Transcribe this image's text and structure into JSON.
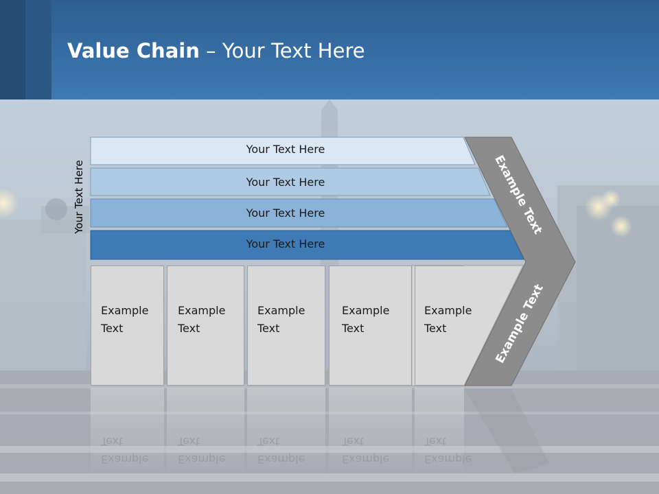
{
  "slide": {
    "title_bold": "Value Chain",
    "title_rest": " – Your Text Here"
  },
  "side_label": "Your Text Here",
  "rows": [
    {
      "label": "Your Text Here"
    },
    {
      "label": "Your Text Here"
    },
    {
      "label": "Your Text Here"
    },
    {
      "label": "Your Text Here"
    }
  ],
  "cells": [
    {
      "line1": "Example",
      "line2": "Text"
    },
    {
      "line1": "Example",
      "line2": "Text"
    },
    {
      "line1": "Example",
      "line2": "Text"
    },
    {
      "line1": "Example",
      "line2": "Text"
    },
    {
      "line1": "Example",
      "line2": "Text"
    }
  ],
  "arrow": {
    "upper_label": "Example Text",
    "lower_label": "Example Text"
  },
  "colors": {
    "header": "#3e7ab5",
    "row1": "#dbe7f3",
    "row2": "#aecbe3",
    "row3": "#8bb2d8",
    "row4": "#3e7ab5",
    "cell": "#d9d9d9",
    "arrow": "#8c8c8c"
  }
}
